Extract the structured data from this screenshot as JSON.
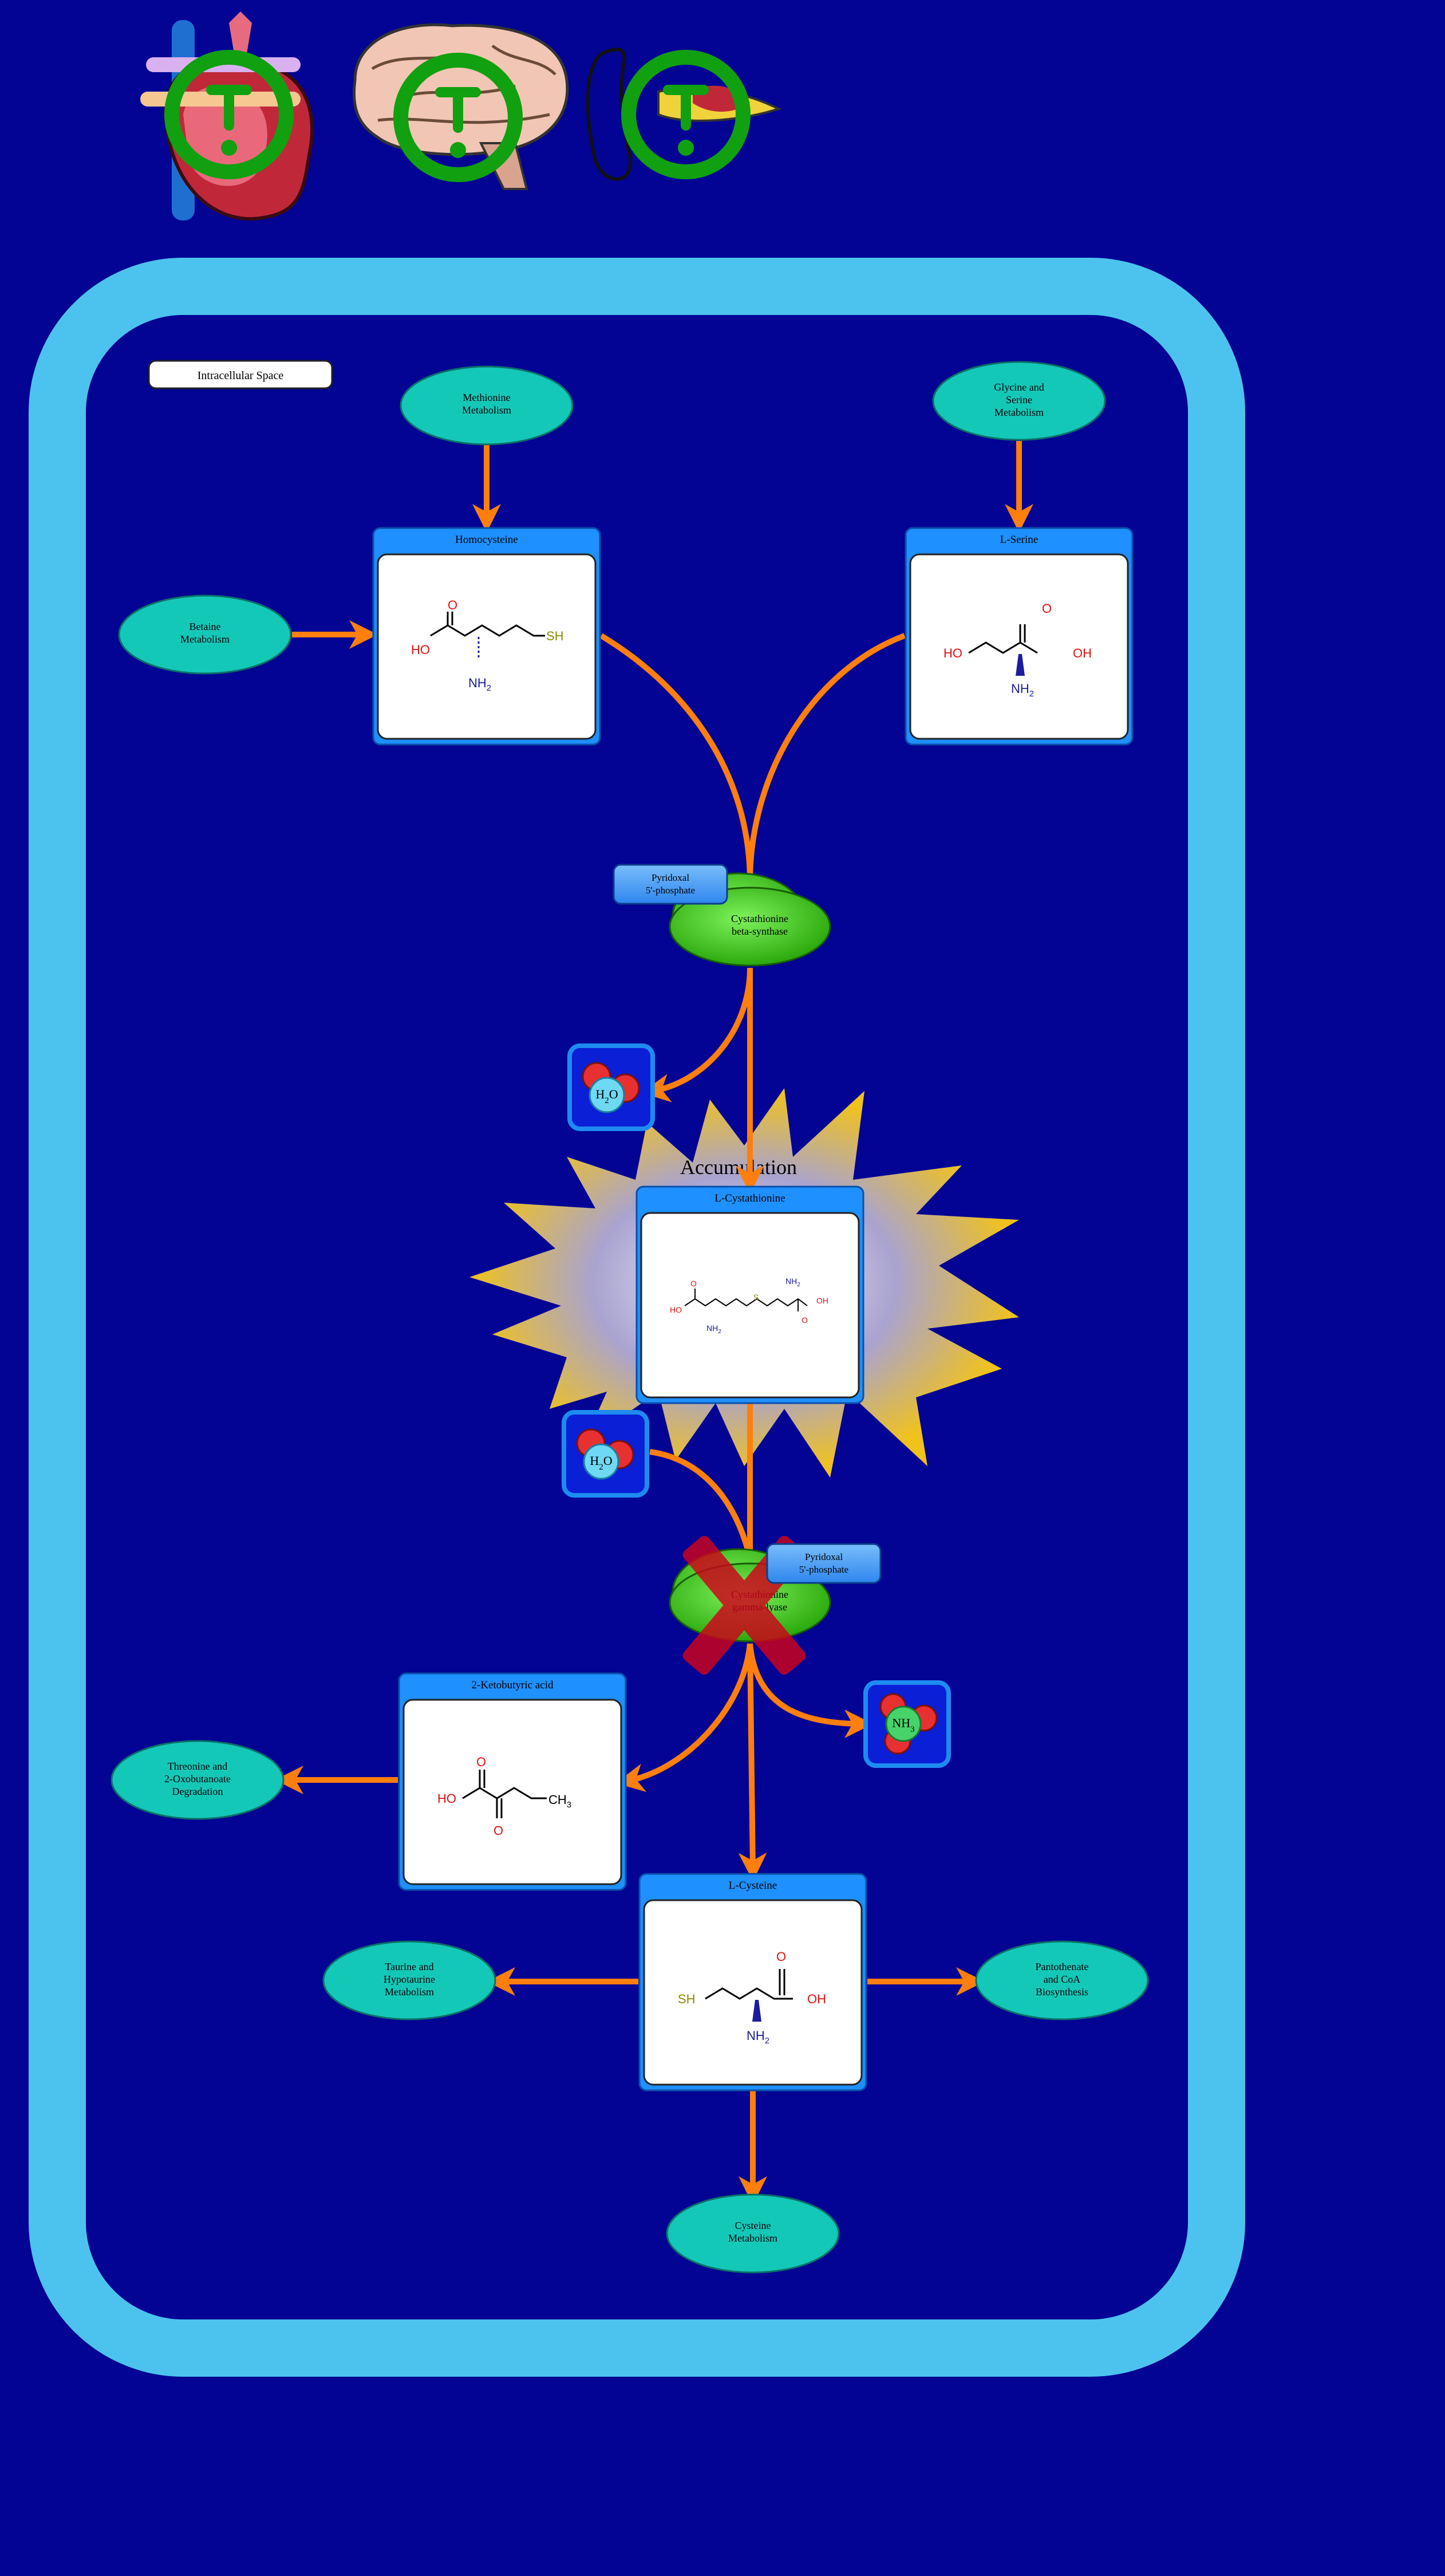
{
  "diagram": {
    "compartment_label": "Intracellular Space",
    "accumulation_label": "Accumulation",
    "pathways": {
      "methionine": [
        "Methionine",
        "Metabolism"
      ],
      "glycine_serine": [
        "Glycine and",
        "Serine",
        "Metabolism"
      ],
      "betaine": [
        "Betaine",
        "Metabolism"
      ],
      "threonine": [
        "Threonine and",
        "2-Oxobutanoate",
        "Degradation"
      ],
      "taurine": [
        "Taurine and",
        "Hypotaurine",
        "Metabolism"
      ],
      "pantothenate": [
        "Pantothenate",
        "and CoA",
        "Biosynthesis"
      ],
      "cysteine_met": [
        "Cysteine",
        "Metabolism"
      ]
    },
    "metabolites": {
      "homocysteine": "Homocysteine",
      "serine": "L-Serine",
      "cystathionine": "L-Cystathionine",
      "ketobutyric": "2-Ketobutyric acid",
      "cysteine": "L-Cysteine"
    },
    "enzymes": {
      "cbs": [
        "Cystathionine",
        "beta-synthase"
      ],
      "cgl": [
        "Cystathionine",
        "gamma-lyase"
      ]
    },
    "cofactors": {
      "plp_1": [
        "Pyridoxal",
        "5'-phosphate"
      ],
      "plp_2": [
        "Pyridoxal",
        "5'-phosphate"
      ]
    },
    "small_molecules": {
      "water_1": {
        "main": "H",
        "sub": "2",
        "tail": "O"
      },
      "water_2": {
        "main": "H",
        "sub": "2",
        "tail": "O"
      },
      "ammonia": {
        "main": "NH",
        "sub": "3",
        "tail": ""
      }
    },
    "structure_labels": {
      "homocysteine": {
        "o": "O",
        "ho": "HO",
        "sh": "SH",
        "nh": "NH",
        "sub": "2"
      },
      "serine": {
        "o": "O",
        "ho": "HO",
        "oh": "OH",
        "nh": "NH",
        "sub": "2"
      },
      "cystathionine": {
        "o1": "O",
        "ho": "HO",
        "nh1": "NH",
        "sub1": "2",
        "s": "S",
        "nh2": "NH",
        "sub2": "2",
        "oh": "OH",
        "o2": "O"
      },
      "ketobutyric": {
        "o1": "O",
        "ho": "HO",
        "o2": "O",
        "ch": "CH",
        "sub": "3"
      },
      "cysteine": {
        "o": "O",
        "sh": "SH",
        "oh": "OH",
        "nh": "NH",
        "sub": "2"
      }
    },
    "colors": {
      "background": "#030394",
      "membrane": "#4cc3ee",
      "arrow": "#ff7f0e",
      "pathway_fill": "#14c8b8",
      "enzyme_fill": "#3fd119",
      "metabolite_header": "#1e90ff",
      "inhibition": "#d0021b"
    },
    "header_icons": [
      "heart-icon",
      "brain-icon",
      "kidney-icon"
    ]
  }
}
